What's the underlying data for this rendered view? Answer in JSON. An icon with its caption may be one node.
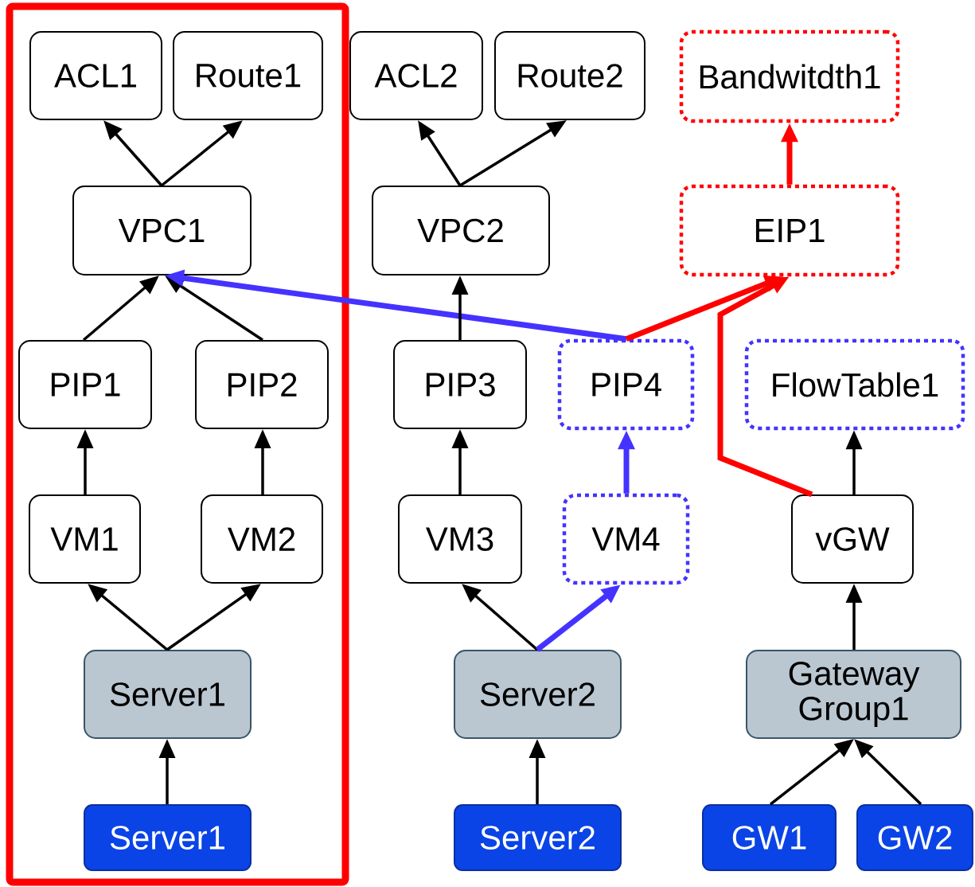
{
  "diagram": {
    "nodes": [
      {
        "text": [],
        "shape": "box"
      },
      {
        "text": [
          "ACL1"
        ],
        "in": 0
      },
      {
        "text": [
          "Route1"
        ],
        "in": 0
      },
      {
        "text": [
          "ACL2"
        ]
      },
      {
        "text": [
          "Route2"
        ]
      },
      {
        "text": [
          "Bandwitdth1"
        ]
      },
      {
        "text": [
          "VPC1"
        ],
        "in": 0
      },
      {
        "text": [
          "VPC2"
        ]
      },
      {
        "text": [
          "EIP1"
        ]
      },
      {
        "text": [
          "PIP1"
        ],
        "in": 0
      },
      {
        "text": [
          "PIP2"
        ],
        "in": 0
      },
      {
        "text": [
          "PIP3"
        ]
      },
      {
        "text": [
          "PIP4"
        ]
      },
      {
        "text": [
          "FlowTable1"
        ]
      },
      {
        "text": [
          "VM1"
        ],
        "in": 0
      },
      {
        "text": [
          "VM2"
        ],
        "in": 0
      },
      {
        "text": [
          "VM3"
        ]
      },
      {
        "text": [
          "VM4"
        ]
      },
      {
        "text": [
          "vGW"
        ]
      },
      {
        "text": [
          "Server1"
        ],
        "in": 0
      },
      {
        "text": [
          "Server2"
        ]
      },
      {
        "text": [
          "Gateway Group1"
        ]
      },
      {
        "text": [
          "Server1"
        ],
        "in": 0
      },
      {
        "text": [
          "Server2"
        ]
      },
      {
        "text": [
          "GW1"
        ]
      },
      {
        "text": [
          "GW2"
        ]
      }
    ],
    "edges": [
      {
        "from": 6,
        "to": 1,
        "arrow": "to"
      },
      {
        "from": 6,
        "to": 2,
        "arrow": "to"
      },
      {
        "from": 7,
        "to": 3,
        "arrow": "to"
      },
      {
        "from": 7,
        "to": 4,
        "arrow": "to"
      },
      {
        "from": 8,
        "to": 5,
        "arrow": "to",
        "style": "thick",
        "color": "#ff0000"
      },
      {
        "from": 9,
        "to": 6,
        "arrow": "to"
      },
      {
        "from": 10,
        "to": 6,
        "arrow": "to"
      },
      {
        "from": 12,
        "to": 6,
        "arrow": "to",
        "style": "thick",
        "color": "#4433ff"
      },
      {
        "from": 12,
        "to": 8,
        "arrow": "to",
        "style": "thick",
        "color": "#ff0000"
      },
      {
        "from": 18,
        "to": 8,
        "arrow": "to",
        "style": "thick",
        "color": "#ff0000"
      },
      {
        "from": 11,
        "to": 7,
        "arrow": "to"
      },
      {
        "from": 14,
        "to": 9,
        "arrow": "to"
      },
      {
        "from": 15,
        "to": 10,
        "arrow": "to"
      },
      {
        "from": 16,
        "to": 11,
        "arrow": "to"
      },
      {
        "from": 17,
        "to": 12,
        "arrow": "to",
        "style": "thick",
        "color": "#4433ff"
      },
      {
        "from": 18,
        "to": 13,
        "arrow": "to"
      },
      {
        "from": 19,
        "to": 14,
        "arrow": "to"
      },
      {
        "from": 19,
        "to": 15,
        "arrow": "to"
      },
      {
        "from": 20,
        "to": 16,
        "arrow": "to"
      },
      {
        "from": 20,
        "to": 17,
        "arrow": "to",
        "style": "thick",
        "color": "#4433ff"
      },
      {
        "from": 21,
        "to": 18,
        "arrow": "to"
      },
      {
        "from": 22,
        "to": 19,
        "arrow": "to"
      },
      {
        "from": 23,
        "to": 20,
        "arrow": "to"
      },
      {
        "from": 24,
        "to": 21,
        "arrow": "to"
      },
      {
        "from": 25,
        "to": 21,
        "arrow": "to"
      }
    ]
  }
}
